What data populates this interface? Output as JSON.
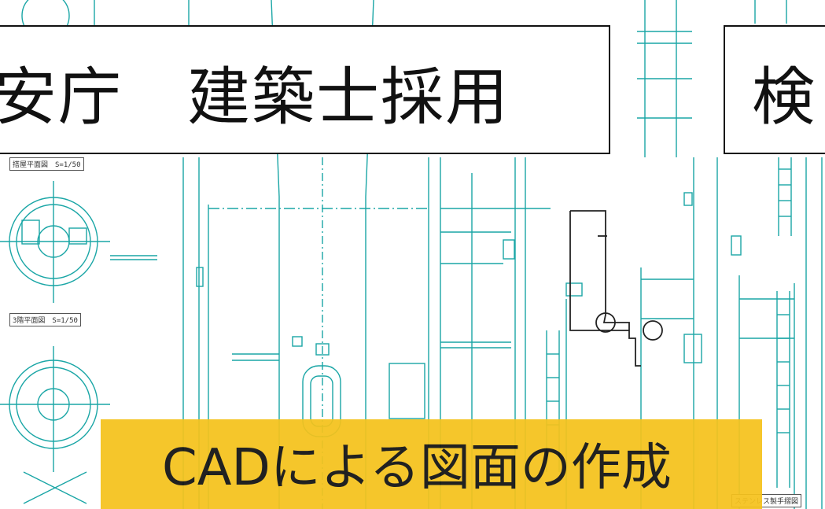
{
  "title_left": "安庁　建築士採用",
  "title_right": "検",
  "caption": "CADによる図面の作成",
  "drawing_labels": {
    "plan_a": "搭屋平面図　S=1/50",
    "plan_b": "3階平面図　S=1/50",
    "plan_c": "ステンレス製手摺図"
  },
  "colors": {
    "cad_lines": "#1aa6a6",
    "caption_bg": "#f5c21c",
    "text": "#111111"
  }
}
